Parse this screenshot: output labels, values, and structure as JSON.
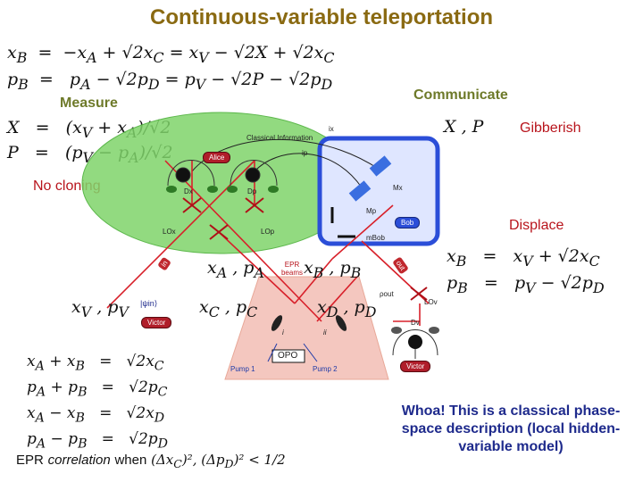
{
  "title": "Continuous-variable teleportation",
  "labels": {
    "measure": "Measure",
    "communicate": "Communicate",
    "gibberish": "Gibberish",
    "no_cloning": "No cloning",
    "displace": "Displace",
    "whoa": "Whoa!  This is a classical phase-space description (local hidden-variable model)"
  },
  "equations": {
    "xB": "x_B = −x_A + √2 x_C = x_V − √2 X + √2 x_C",
    "pB": "p_B = p_A − √2 p_D = p_V − √2 P − √2 p_D",
    "X": "X = (x_V + x_A)/√2",
    "P": "P = (p_V − p_A)/√2",
    "XP": "X, P",
    "disp_x": "x_B = x_V + √2 x_C",
    "disp_p": "p_B = p_V − √2 p_D",
    "beam_A": "x_A , p_A",
    "beam_B": "x_B , p_B",
    "victor_in": "x_V , p_V",
    "beam_C": "x_C , p_C",
    "beam_D": "x_D , p_D",
    "s1": "x_A + x_B = √2 x_C",
    "s2": "p_A + p_B = √2 p_C",
    "s3": "x_A − x_B = √2 x_D",
    "s4": "p_A − p_B = √2 p_D",
    "epr_a": "EPR",
    "epr_b": "correlation",
    "epr_c": "when (Δx_C)², (Δp_D)² < 1/2"
  },
  "diagram": {
    "classical_information": "Classical Information",
    "alice": "Alice",
    "bob": "Bob",
    "victor": "Victor",
    "victor2": "Victor",
    "opo": "OPO",
    "epr_beams": "EPR beams",
    "pump1": "Pump 1",
    "pump2": "Pump 2",
    "in": "in",
    "out": "out",
    "psi_in": "|ψin⟩",
    "rho_out": "ρout",
    "mx": "Mx",
    "mp": "Mp",
    "mbob": "mBob",
    "lox": "LOx",
    "lop": "LOp",
    "lov": "LOv",
    "dx": "Dx",
    "dp": "Dp",
    "dv": "Dv",
    "ix": "ix",
    "ip": "ip",
    "i_label": "i",
    "ii_label": "ii"
  },
  "colors": {
    "title": "#8a6a12",
    "green_labels": "#6e7a2a",
    "red_labels": "#b8141c",
    "blue_text": "#1e2a8c",
    "alice_region": "#7fd46a",
    "bob_box": "#3a5ad6",
    "opo_region": "#f4c7bf",
    "beam": "#d8202a"
  }
}
